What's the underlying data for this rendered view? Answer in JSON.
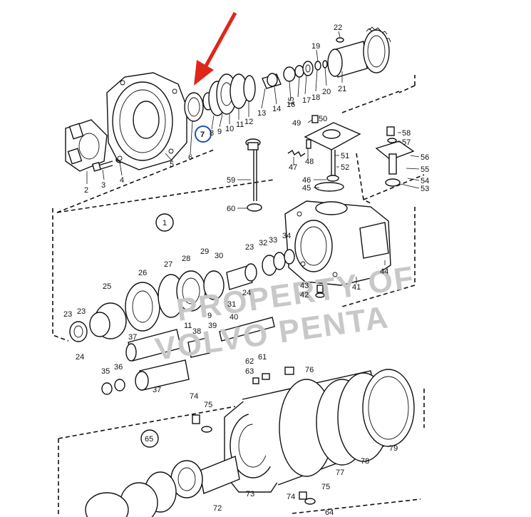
{
  "watermark": {
    "line1": "PROPERTY OF",
    "line2": "VOLVO PENTA"
  },
  "group_labels": {
    "group_1": "1",
    "group_65": "65"
  },
  "callouts": {
    "c2": "2",
    "c3": "3",
    "c4": "4",
    "c5": "5",
    "c6": "6",
    "c7": "7",
    "c8": "8",
    "c9": "9",
    "c10": "10",
    "c11": "11",
    "c12": "12",
    "c13": "13",
    "c14": "14",
    "c15": "15",
    "c16": "16",
    "c17": "17",
    "c18": "18",
    "c19": "19",
    "c20": "20",
    "c21": "21",
    "c22": "22",
    "c23a": "23",
    "c23b": "23",
    "c23c": "23",
    "c24a": "24",
    "c24b": "24",
    "c25": "25",
    "c26": "26",
    "c27": "27",
    "c28": "28",
    "c29": "29",
    "c30": "30",
    "c31": "31",
    "c32": "32",
    "c33": "33",
    "c34": "34",
    "c35": "35",
    "c36": "36",
    "c37a": "37",
    "c37b": "37",
    "c38": "38",
    "c39": "39",
    "c40": "40",
    "c41": "41",
    "c42": "42",
    "c43": "43",
    "c44": "44",
    "c45": "45",
    "c46": "46",
    "c47": "47",
    "c48": "48",
    "c49": "49",
    "c50": "50",
    "c51": "51",
    "c52": "52",
    "c53": "53",
    "c54": "54",
    "c55": "55",
    "c56": "56",
    "c57": "57",
    "c58": "58",
    "c59": "59",
    "c60": "60",
    "c61": "61",
    "c62": "62",
    "c63": "63",
    "c64": "64",
    "c72": "72",
    "c73": "73",
    "c74a": "74",
    "c74b": "74",
    "c75a": "75",
    "c75b": "75",
    "c76": "76",
    "c77": "77",
    "c78": "78",
    "c79": "79",
    "c9b": "9",
    "c11b": "11"
  },
  "highlight": {
    "arrow_color": "#e0261b",
    "circle_color": "#1f4fb5",
    "circled_part": "7"
  }
}
